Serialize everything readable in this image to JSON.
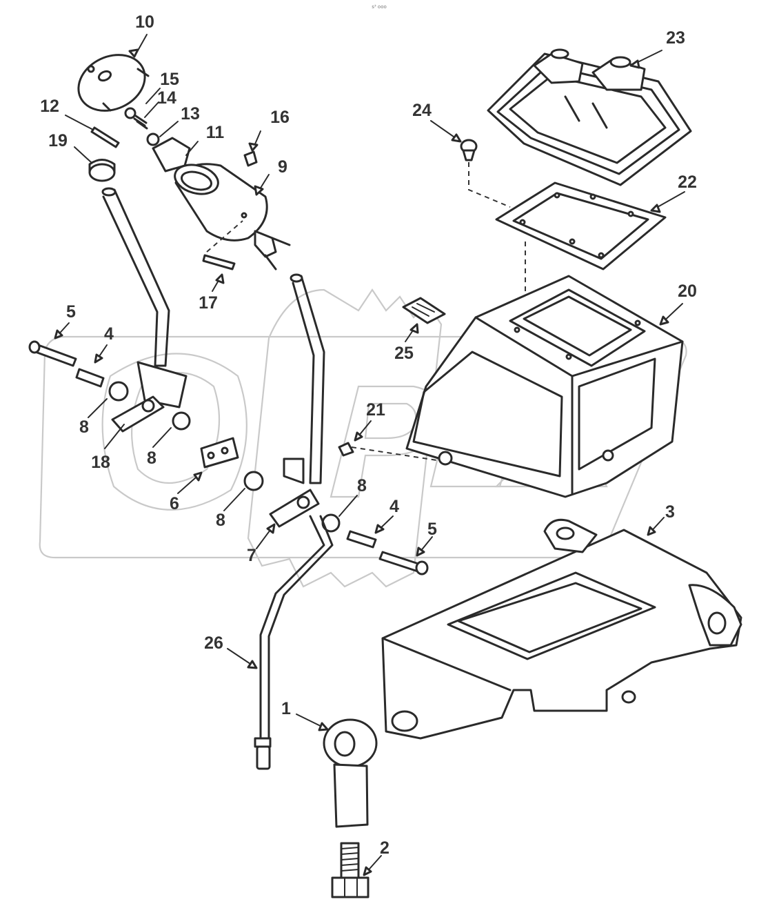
{
  "watermark": {
    "text": "OPEX",
    "color": "#c9c9c9"
  },
  "corner_text": "s³ ooo",
  "callouts": [
    {
      "id": "10",
      "label": "10"
    },
    {
      "id": "15",
      "label": "15"
    },
    {
      "id": "14",
      "label": "14"
    },
    {
      "id": "13",
      "label": "13"
    },
    {
      "id": "12",
      "label": "12"
    },
    {
      "id": "16",
      "label": "16"
    },
    {
      "id": "11",
      "label": "11"
    },
    {
      "id": "19",
      "label": "19"
    },
    {
      "id": "9",
      "label": "9"
    },
    {
      "id": "17",
      "label": "17"
    },
    {
      "id": "23",
      "label": "23"
    },
    {
      "id": "24",
      "label": "24"
    },
    {
      "id": "22",
      "label": "22"
    },
    {
      "id": "20",
      "label": "20"
    },
    {
      "id": "25",
      "label": "25"
    },
    {
      "id": "5a",
      "label": "5"
    },
    {
      "id": "4a",
      "label": "4"
    },
    {
      "id": "8a",
      "label": "8"
    },
    {
      "id": "18",
      "label": "18"
    },
    {
      "id": "8b",
      "label": "8"
    },
    {
      "id": "6",
      "label": "6"
    },
    {
      "id": "21",
      "label": "21"
    },
    {
      "id": "8c",
      "label": "8"
    },
    {
      "id": "8d",
      "label": "8"
    },
    {
      "id": "4b",
      "label": "4"
    },
    {
      "id": "5b",
      "label": "5"
    },
    {
      "id": "7",
      "label": "7"
    },
    {
      "id": "3",
      "label": "3"
    },
    {
      "id": "26",
      "label": "26"
    },
    {
      "id": "1",
      "label": "1"
    },
    {
      "id": "2",
      "label": "2"
    }
  ]
}
